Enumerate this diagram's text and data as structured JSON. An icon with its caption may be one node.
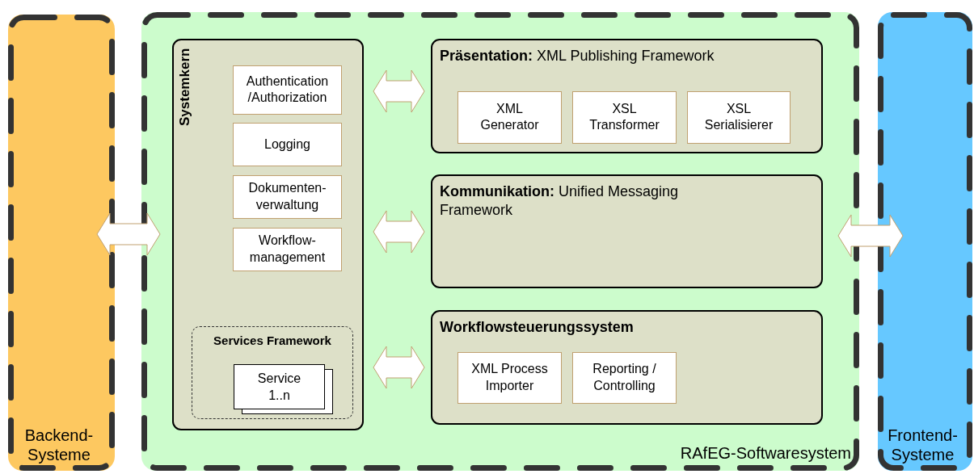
{
  "diagram": {
    "nodes": [
      {
        "text": [
          "Backend- Systeme"
        ]
      },
      {
        "text": [
          "RAfEG-Softwaresystem"
        ]
      },
      {
        "text": [
          "Systemkern"
        ],
        "in": 1
      },
      {
        "text": [
          "Authentication /Authorization"
        ],
        "in": 2
      },
      {
        "text": [
          "Logging"
        ],
        "in": 2
      },
      {
        "text": [
          "Dokumenten- verwaltung"
        ],
        "in": 2
      },
      {
        "text": [
          "Workflow- management"
        ],
        "in": 2
      },
      {
        "text": [
          "Services Framework"
        ],
        "in": 2
      },
      {
        "text": [
          "Service 1..n"
        ],
        "in": 7
      },
      {
        "text": [
          "**Präsentation:** XML Publishing Framework"
        ],
        "in": 1
      },
      {
        "text": [
          "XML Generator"
        ],
        "in": 9
      },
      {
        "text": [
          "XSL Transformer"
        ],
        "in": 9
      },
      {
        "text": [
          "XSL Serialisierer"
        ],
        "in": 9
      },
      {
        "text": [
          "**Kommunikation:** Unified Messaging Framework"
        ],
        "in": 1
      },
      {
        "text": [
          "Workflowsteuerungssystem"
        ],
        "in": 1
      },
      {
        "text": [
          "XML Process Importer"
        ],
        "in": 14
      },
      {
        "text": [
          "Reporting / Controlling"
        ],
        "in": 14
      },
      {
        "text": [
          "Frontend- Systeme"
        ]
      }
    ],
    "edges": [
      {
        "from": 0,
        "to": 1,
        "arrow": "both"
      },
      {
        "from": 2,
        "to": 9,
        "arrow": "both"
      },
      {
        "from": 2,
        "to": 13,
        "arrow": "both"
      },
      {
        "from": 2,
        "to": 14,
        "arrow": "both"
      },
      {
        "from": 1,
        "to": 17,
        "arrow": "both"
      }
    ]
  }
}
